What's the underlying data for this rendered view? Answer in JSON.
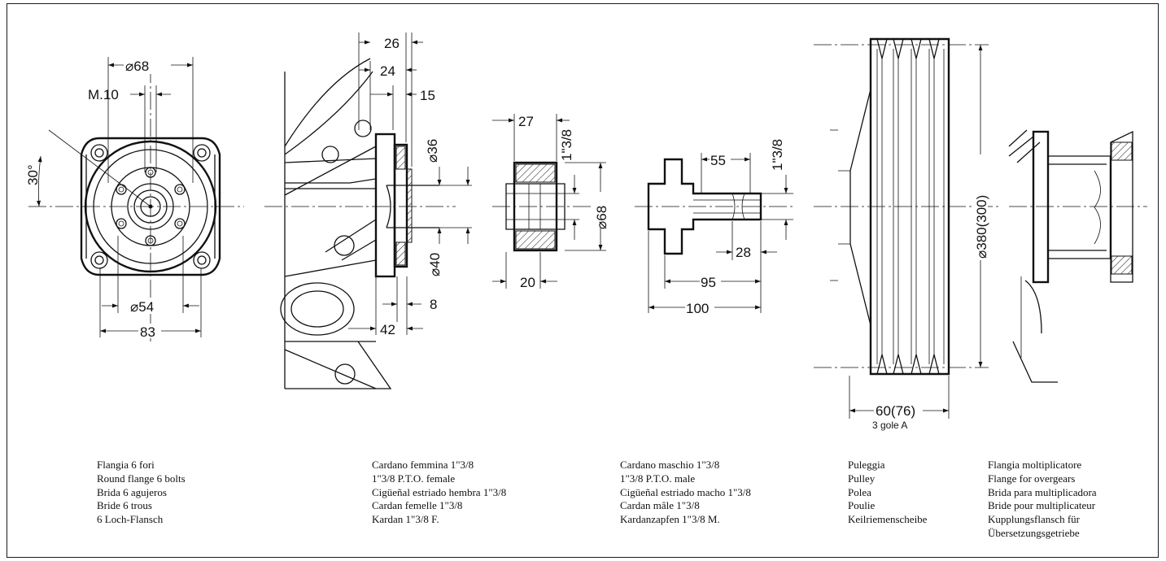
{
  "dimensions": {
    "flange_d68": "⌀68",
    "flange_m10": "M.10",
    "flange_angle": "30°",
    "flange_d54": "⌀54",
    "flange_83": "83",
    "hub_26": "26",
    "hub_24": "24",
    "hub_15": "15",
    "hub_d36": "⌀36",
    "hub_d40": "⌀40",
    "hub_8": "8",
    "hub_42": "42",
    "female_27": "27",
    "female_138": "1\"3/8",
    "female_d68": "⌀68",
    "female_20": "20",
    "male_55": "55",
    "male_138": "1\"3/8",
    "male_28": "28",
    "male_95": "95",
    "male_100": "100",
    "pulley_d380": "⌀380(300)",
    "pulley_60": "60(76)",
    "pulley_grooves": "3 gole A"
  },
  "captions": [
    [
      "Flangia 6 fori",
      "Round flange 6 bolts",
      "Brida 6 agujeros",
      "Bride 6 trous",
      "6 Loch-Flansch"
    ],
    [
      "Cardano femmina 1\"3/8",
      "1\"3/8 P.T.O. female",
      "Cigüeñal estriado hembra 1\"3/8",
      "Cardan femelle 1\"3/8",
      "Kardan 1\"3/8 F."
    ],
    [
      "Cardano maschio 1\"3/8",
      "1\"3/8 P.T.O. male",
      "Cigüeñal estriado macho 1\"3/8",
      "Cardan mâle 1\"3/8",
      "Kardanzapfen 1\"3/8 M."
    ],
    [
      "Puleggia",
      "Pulley",
      "Polea",
      "Poulie",
      "Keilriemenscheibe"
    ],
    [
      "Flangia moltiplicatore",
      "Flange for overgears",
      "Brida para multiplicadora",
      "Bride pour multiplicateur",
      "Kupplungsflansch für",
      "Übersetzungsgetriebe"
    ]
  ]
}
